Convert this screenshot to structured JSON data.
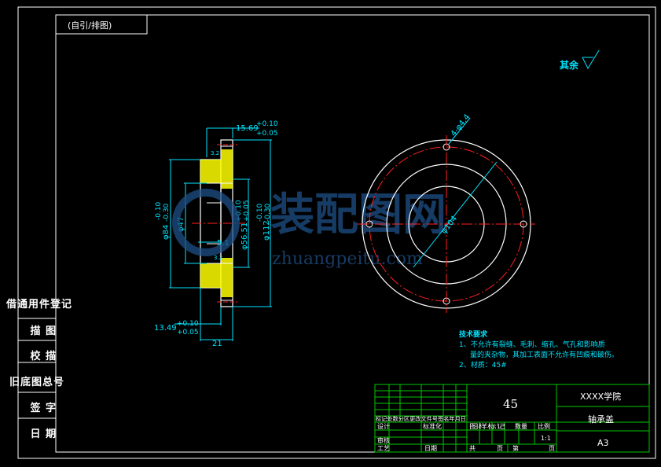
{
  "drawing": {
    "corner_tag": "(自引/排图)",
    "surface_note": "其余",
    "dimensions": {
      "width_top": "15.69",
      "tol_top_plus": "+0.10",
      "tol_top_plus2": "+0.05",
      "dia_84": "φ84",
      "tol_84a": "-0.10",
      "tol_84b": "-0.30",
      "dia_47": "φ47",
      "dia_56": "φ56.51",
      "tol_56a": "+0.10",
      "tol_56b": "+0.05",
      "dia_112": "φ112",
      "tol_112a": "-0.10",
      "tol_112b": "-0.30",
      "len_5": "5.1",
      "rough_a": "3.2",
      "rough_b": "3.2",
      "width_bottom": "13.49",
      "tol_bot_plus": "+0.10",
      "tol_bot_plus2": "+0.05",
      "len_21": "21",
      "holes": "4-φ4.4",
      "pcd": "φ104"
    },
    "watermark": {
      "name": "装配图网",
      "url": "zhuangpeitu.com"
    },
    "tech_req": {
      "title": "技术要求",
      "line1": "1、不允许有裂缝、毛刺、缩孔、气孔和影响质",
      "line2": "量的夹杂物，其加工表面不允许有凹痕和破伤。",
      "line3": "2、材质：45#"
    }
  },
  "side_labels": [
    "借通用件登记",
    "描 图",
    "校 描",
    "旧底图总号",
    "签 字",
    "日 期"
  ],
  "title_block": {
    "material": "45",
    "school": "XXXX学院",
    "part_name": "轴承盖",
    "sheet": "A3",
    "col_headers": "标记处数分区更改文件号签名年月日",
    "design": "设计",
    "standardize": "标准化",
    "review": "审核",
    "process": "工艺",
    "date": "日期",
    "stage": "图样标记",
    "weight": "数量",
    "scale": "比例",
    "scale_value": "1:1",
    "total": "共",
    "sheets": "页",
    "page": "第",
    "page2": "页"
  },
  "colors": {
    "background": "#000000",
    "frame": "#ffffff",
    "outline": "#ffffff",
    "centerline": "#ff2020",
    "dimension": "#00e5ff",
    "hatch": "#ffff00",
    "title_green": "#00c800",
    "watermark": "#1e4f86"
  }
}
